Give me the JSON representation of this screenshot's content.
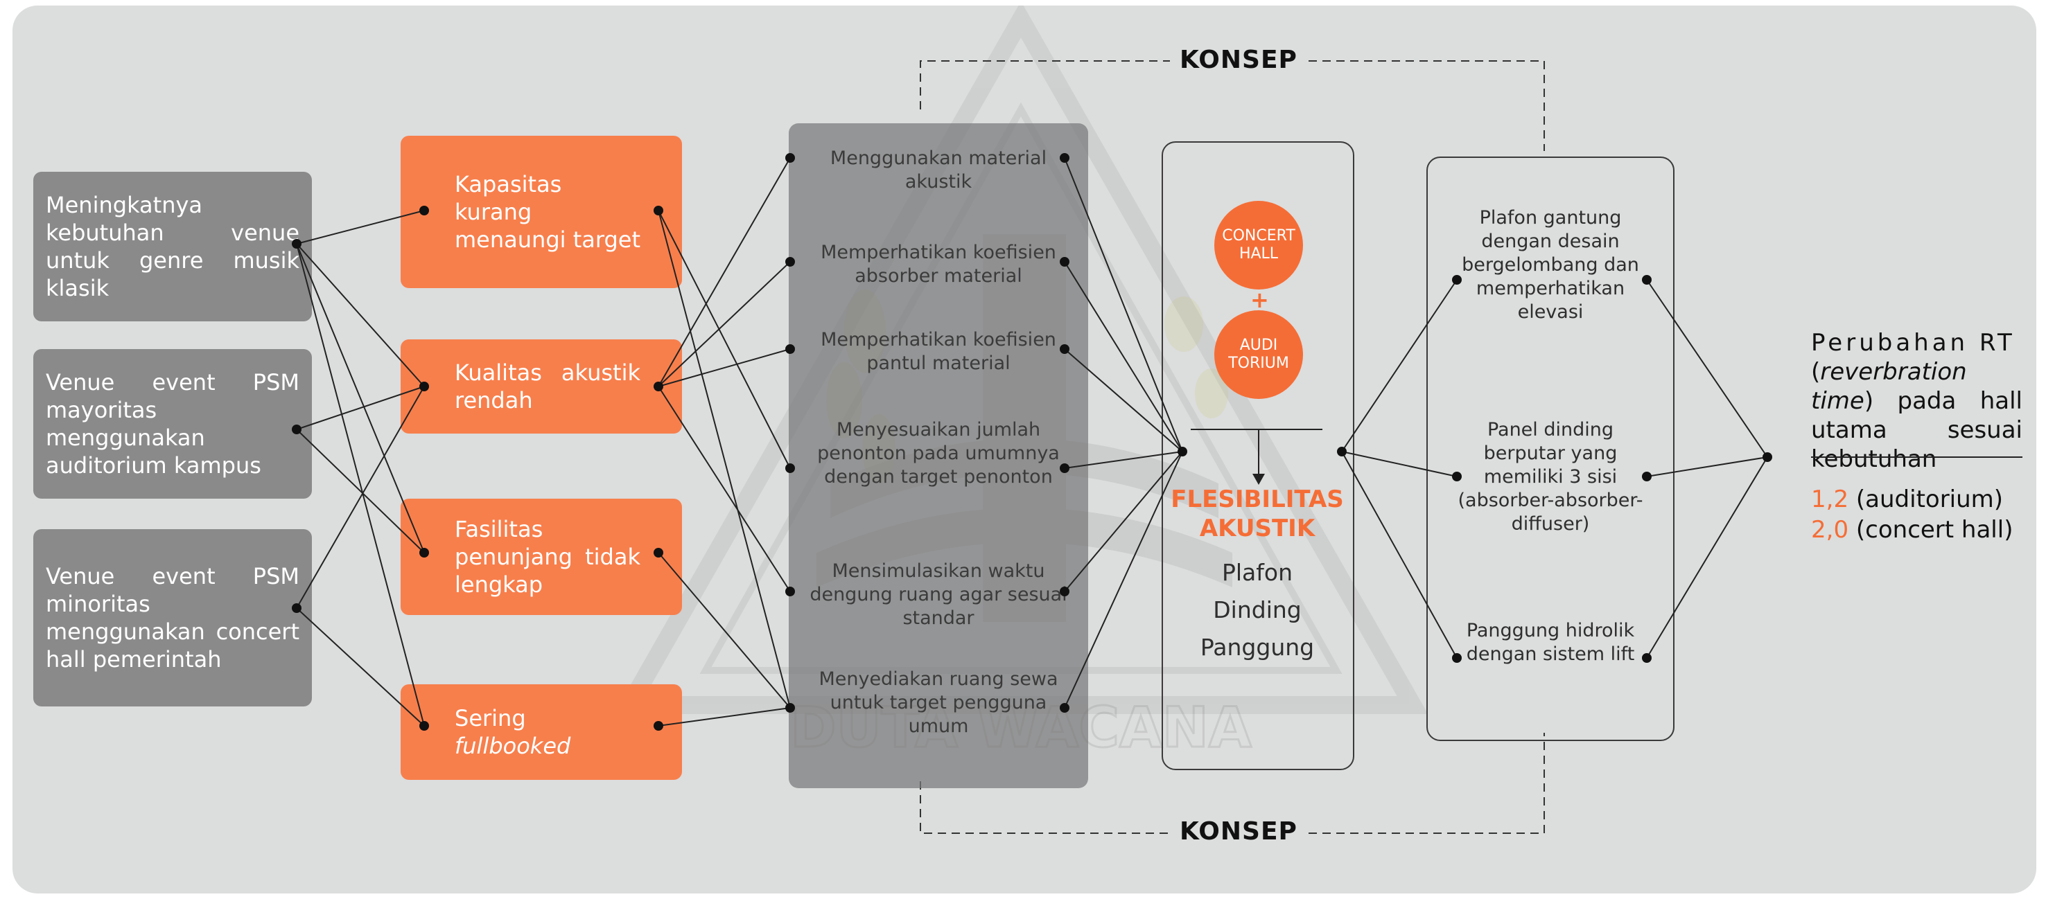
{
  "colors": {
    "background": "#dcdddd",
    "problem_box": "#8a8a8b",
    "issue_box": "#f77f4c",
    "accent": "#f56d36",
    "line": "#222222"
  },
  "problems": [
    "Meningkatnya kebutuhan venue untuk genre musik klasik",
    "Venue event PSM mayoritas menggunakan auditorium kampus",
    "Venue event PSM minoritas menggunakan concert hall pemerintah"
  ],
  "issues": [
    {
      "text": "Kapasitas kurang menaungi target",
      "italic": ""
    },
    {
      "text": "Kualitas akustik rendah",
      "italic": ""
    },
    {
      "text": "Fasilitas penunjang tidak lengkap",
      "italic": ""
    },
    {
      "text": "Sering",
      "italic": "fullbooked"
    }
  ],
  "strategies": [
    "Menggunakan material akustik",
    "Memperhatikan koefisien absorber material",
    "Memperhatikan koefisien pantul material",
    "Menyesuaikan jumlah penonton pada umumnya dengan target penonton",
    "Mensimulasikan waktu dengung ruang agar sesuai standar",
    "Menyediakan ruang sewa untuk target pengguna umum"
  ],
  "concept": {
    "label_top": "KONSEP",
    "label_bottom": "KONSEP",
    "circle_1": "CONCERT HALL",
    "circle_2": "AUDI TORIUM",
    "plus": "+",
    "flex_title": "FLESIBILITAS AKUSTIK",
    "elements": [
      "Plafon",
      "Dinding",
      "Panggung"
    ]
  },
  "solutions": [
    "Plafon gantung dengan desain bergelombang dan memperhatikan elevasi",
    "Panel dinding berputar yang memiliki 3 sisi (absorber-absorber-diffuser)",
    "Panggung hidrolik dengan sistem lift"
  ],
  "result": {
    "title_prefix": "Perubahan RT",
    "title_italic": "reverbration time",
    "title_suffix": "pada hall utama sesuai kebutuhan",
    "values": [
      {
        "number": "1,2",
        "label": "(auditorium)"
      },
      {
        "number": "2,0",
        "label": "(concert hall)"
      }
    ]
  },
  "watermark": {
    "text": "DUTA WACANA"
  }
}
